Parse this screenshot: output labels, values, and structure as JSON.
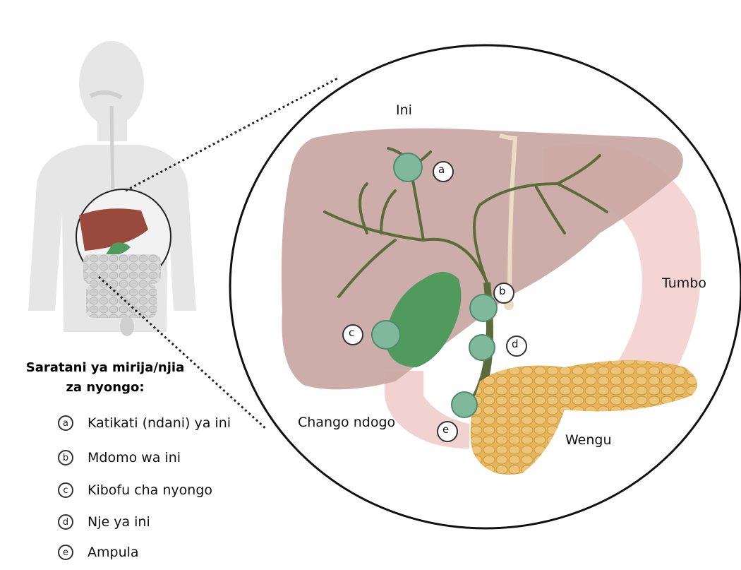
{
  "organs": {
    "liver": "Ini",
    "stomach": "Tumbo",
    "small_intestine": "Chango ndogo",
    "pancreas": "Wengu"
  },
  "markers": [
    "a",
    "b",
    "c",
    "d",
    "e"
  ],
  "legend": {
    "title_line1": "Saratani ya mirija/njia",
    "title_line2": "za nyongo:",
    "items": [
      {
        "key": "a",
        "label": "Katikati (ndani) ya ini"
      },
      {
        "key": "b",
        "label": "Mdomo wa ini"
      },
      {
        "key": "c",
        "label": "Kibofu cha nyongo"
      },
      {
        "key": "d",
        "label": "Nje ya ini"
      },
      {
        "key": "e",
        "label": "Ampula"
      }
    ]
  },
  "colors": {
    "liver": "#c9a6a2",
    "bile_duct": "#5c6b3a",
    "gallbladder": "#4f9a5c",
    "tumor": "#7fb89a",
    "pancreas": "#e2b55a",
    "stomach": "#f3c9c9",
    "body": "#e8e8e8"
  }
}
